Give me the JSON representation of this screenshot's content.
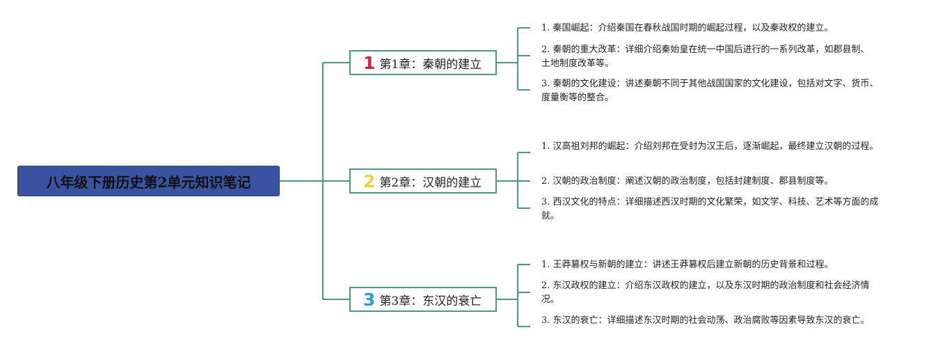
{
  "root": {
    "title": "八年级下册历史第2单元知识笔记"
  },
  "colors": {
    "root_bg": "#3a52a0",
    "line": "#4d9485",
    "num1": "#d0243c",
    "num2": "#f1cf4a",
    "num3": "#2e9be0"
  },
  "chapters": [
    {
      "num": "1",
      "title": "第1章：秦朝的建立",
      "items": [
        "1. 秦国崛起：介绍秦国在春秋战国时期的崛起过程，以及秦政权的建立。",
        "2. 秦朝的重大改革：详细介绍秦始皇在统一中国后进行的一系列改革，如郡县制、土地制度改革等。",
        "3. 秦朝的文化建设：讲述秦朝不同于其他战国国家的文化建设，包括对文字、货币、度量衡等的整合。"
      ]
    },
    {
      "num": "2",
      "title": "第2章：汉朝的建立",
      "items": [
        "1. 汉高祖刘邦的崛起：介绍刘邦在受封为汉王后，逐渐崛起，最终建立汉朝的过程。",
        "2. 汉朝的政治制度：阐述汉朝的政治制度，包括封建制度、郡县制度等。",
        "3. 西汉文化的特点：详细描述西汉时期的文化繁荣，如文学、科技、艺术等方面的成就。"
      ]
    },
    {
      "num": "3",
      "title": "第3章：东汉的衰亡",
      "items": [
        "1. 王莽篡权与新朝的建立：讲述王莽篡权后建立新朝的历史背景和过程。",
        "2. 东汉政权的建立：介绍东汉政权的建立，以及东汉时期的政治制度和社会经济情况。",
        "3. 东汉的衰亡：详细描述东汉时期的社会动荡、政治腐败等因素导致东汉的衰亡。"
      ]
    }
  ]
}
